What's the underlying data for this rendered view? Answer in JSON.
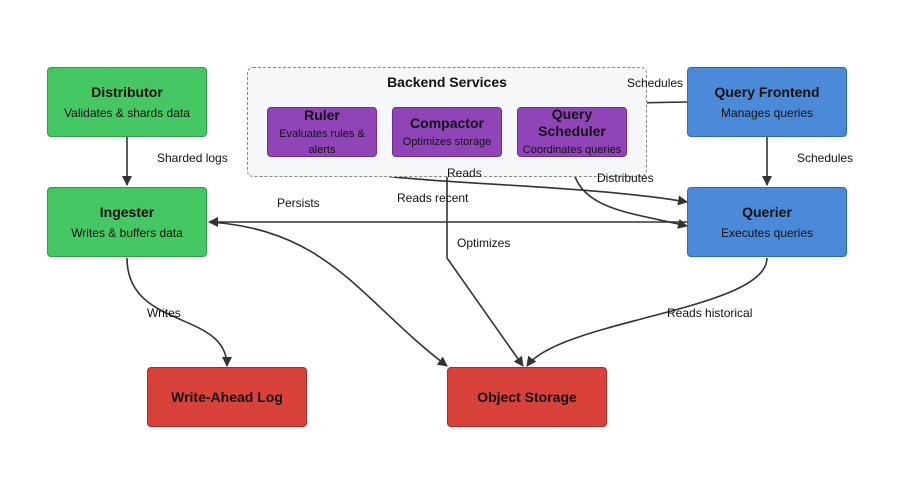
{
  "group": {
    "title": "Backend Services"
  },
  "nodes": {
    "distributor": {
      "title": "Distributor",
      "subtitle": "Validates & shards data"
    },
    "ingester": {
      "title": "Ingester",
      "subtitle": "Writes & buffers data"
    },
    "wal": {
      "title": "Write-Ahead Log"
    },
    "object_storage": {
      "title": "Object Storage"
    },
    "query_frontend": {
      "title": "Query Frontend",
      "subtitle": "Manages queries"
    },
    "querier": {
      "title": "Querier",
      "subtitle": "Executes queries"
    },
    "ruler": {
      "title": "Ruler",
      "subtitle": "Evaluates rules & alerts"
    },
    "compactor": {
      "title": "Compactor",
      "subtitle": "Optimizes storage"
    },
    "query_scheduler": {
      "title": "Query Scheduler",
      "subtitle": "Coordinates queries"
    }
  },
  "edges": {
    "sharded_logs": "Sharded logs",
    "persists": "Persists",
    "writes": "Writes",
    "reads_recent": "Reads recent",
    "reads": "Reads",
    "optimizes": "Optimizes",
    "distributes": "Distributes",
    "schedules_frontend": "Schedules",
    "schedules_querier": "Schedules",
    "reads_historical": "Reads historical"
  },
  "colors": {
    "ingest": "#45c763",
    "query": "#4a8ad8",
    "storage": "#d9413b",
    "backend": "#8f44b8",
    "edge": "#333333"
  }
}
